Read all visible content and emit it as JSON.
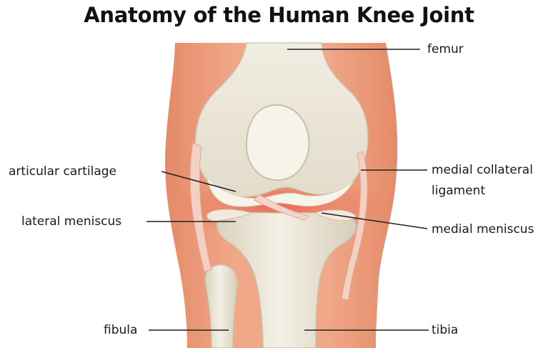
{
  "title": "Anatomy of the Human Knee Joint",
  "labels": {
    "femur": "femur",
    "articular_cartilage": "articular cartilage",
    "medial_collateral_ligament_line1": "medial collateral",
    "medial_collateral_ligament_line2": "ligament",
    "lateral_meniscus": "lateral meniscus",
    "medial_meniscus": "medial meniscus",
    "fibula": "fibula",
    "tibia": "tibia"
  },
  "colors": {
    "skin": "#e9a07e",
    "skin_dark": "#d9846a",
    "flesh": "#f0b49a",
    "bone": "#eeeadd",
    "bone_shade": "#d8d2bf",
    "cartilage": "#f4f1e6",
    "ligament": "#f3c8bc",
    "leader_line": "#222222"
  }
}
